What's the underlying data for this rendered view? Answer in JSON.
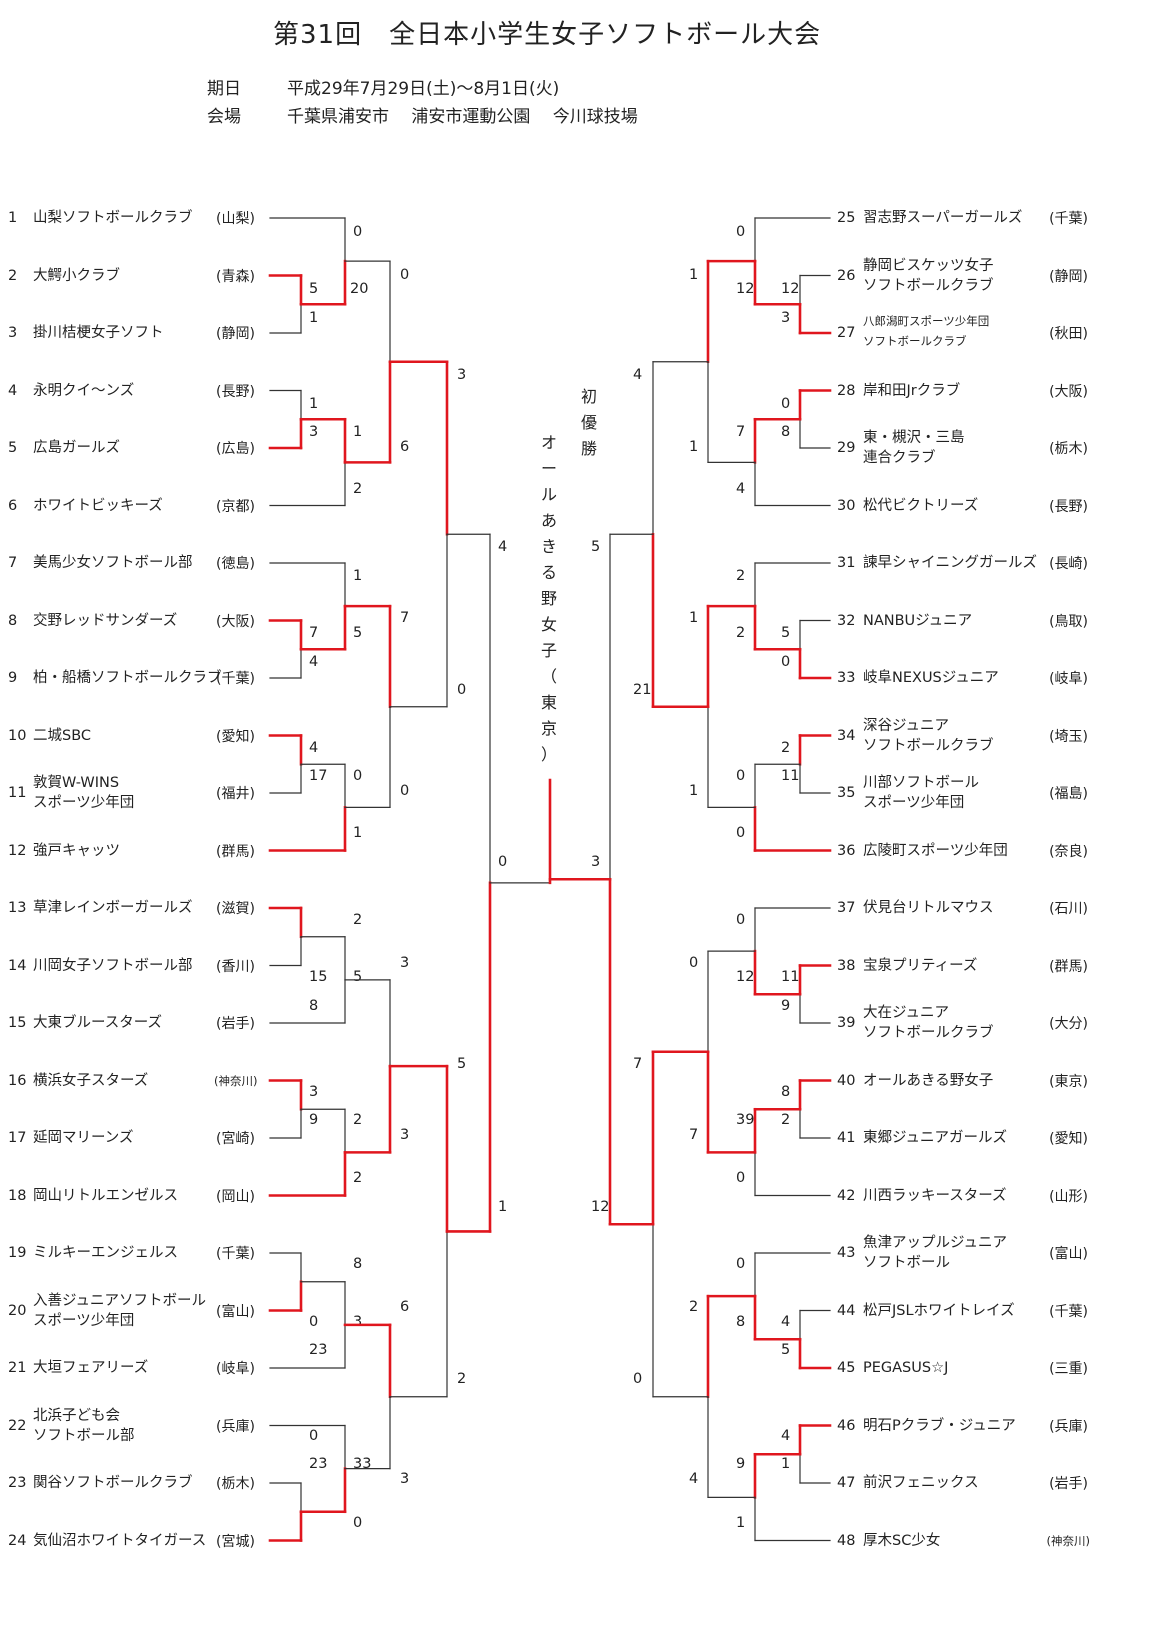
{
  "title": "第31回　全日本小学生女子ソフトボール大会",
  "info": {
    "date_label": "期日",
    "date_value": "平成29年7月29日(土)～8月1日(火)",
    "venue_label": "会場",
    "venue_value": "千葉県浦安市　 浦安市運動公園　 今川球技場"
  },
  "champion": {
    "label": "初優勝",
    "name": "オールあきる野女子（東京）"
  },
  "colors": {
    "winner_line": "#e0161e",
    "line": "#333333"
  },
  "left_teams": [
    {
      "no": "1",
      "name": "山梨ソフトボールクラブ",
      "pref": "(山梨)"
    },
    {
      "no": "2",
      "name": "大鰐小クラブ",
      "pref": "(青森)"
    },
    {
      "no": "3",
      "name": "掛川桔梗女子ソフト",
      "pref": "(静岡)"
    },
    {
      "no": "4",
      "name": "永明クイ～ンズ",
      "pref": "(長野)"
    },
    {
      "no": "5",
      "name": "広島ガールズ",
      "pref": "(広島)"
    },
    {
      "no": "6",
      "name": "ホワイトビッキーズ",
      "pref": "(京都)"
    },
    {
      "no": "7",
      "name": "美馬少女ソフトボール部",
      "pref": "(徳島)"
    },
    {
      "no": "8",
      "name": "交野レッドサンダーズ",
      "pref": "(大阪)"
    },
    {
      "no": "9",
      "name": "柏・船橋ソフトボールクラブ",
      "pref": "(千葉)"
    },
    {
      "no": "10",
      "name": "二城SBC",
      "pref": "(愛知)"
    },
    {
      "no": "11",
      "name": "敦賀W-WINS",
      "name2": "スポーツ少年団",
      "pref": "(福井)"
    },
    {
      "no": "12",
      "name": "強戸キャッツ",
      "pref": "(群馬)"
    },
    {
      "no": "13",
      "name": "草津レインボーガールズ",
      "pref": "(滋賀)"
    },
    {
      "no": "14",
      "name": "川岡女子ソフトボール部",
      "pref": "(香川)"
    },
    {
      "no": "15",
      "name": "大東ブルースターズ",
      "pref": "(岩手)"
    },
    {
      "no": "16",
      "name": "横浜女子スターズ",
      "pref": "(神奈川)",
      "small": true
    },
    {
      "no": "17",
      "name": "延岡マリーンズ",
      "pref": "(宮崎)"
    },
    {
      "no": "18",
      "name": "岡山リトルエンゼルス",
      "pref": "(岡山)"
    },
    {
      "no": "19",
      "name": "ミルキーエンジェルス",
      "pref": "(千葉)"
    },
    {
      "no": "20",
      "name": "入善ジュニアソフトボール",
      "name2": "スポーツ少年団",
      "pref": "(富山)"
    },
    {
      "no": "21",
      "name": "大垣フェアリーズ",
      "pref": "(岐阜)"
    },
    {
      "no": "22",
      "name": "北浜子ども会",
      "name2": "ソフトボール部",
      "pref": "(兵庫)"
    },
    {
      "no": "23",
      "name": "関谷ソフトボールクラブ",
      "pref": "(栃木)"
    },
    {
      "no": "24",
      "name": "気仙沼ホワイトタイガース",
      "pref": "(宮城)"
    }
  ],
  "right_teams": [
    {
      "no": "25",
      "name": "習志野スーパーガールズ",
      "pref": "(千葉)"
    },
    {
      "no": "26",
      "name": "静岡ビスケッツ女子",
      "name2": "ソフトボールクラブ",
      "pref": "(静岡)"
    },
    {
      "no": "27",
      "name": "八郎潟町スポーツ少年団",
      "name2": "ソフトボールクラブ",
      "pref": "(秋田)",
      "tiny": true
    },
    {
      "no": "28",
      "name": "岸和田Jrクラブ",
      "pref": "(大阪)"
    },
    {
      "no": "29",
      "name": "東・槻沢・三島",
      "name2": "連合クラブ",
      "pref": "(栃木)"
    },
    {
      "no": "30",
      "name": "松代ビクトリーズ",
      "pref": "(長野)"
    },
    {
      "no": "31",
      "name": "諫早シャイニングガールズ",
      "pref": "(長崎)"
    },
    {
      "no": "32",
      "name": "NANBUジュニア",
      "pref": "(鳥取)"
    },
    {
      "no": "33",
      "name": "岐阜NEXUSジュニア",
      "pref": "(岐阜)"
    },
    {
      "no": "34",
      "name": "深谷ジュニア",
      "name2": "ソフトボールクラブ",
      "pref": "(埼玉)"
    },
    {
      "no": "35",
      "name": "川部ソフトボール",
      "name2": "スポーツ少年団",
      "pref": "(福島)"
    },
    {
      "no": "36",
      "name": "広陵町スポーツ少年団",
      "pref": "(奈良)"
    },
    {
      "no": "37",
      "name": "伏見台リトルマウス",
      "pref": "(石川)"
    },
    {
      "no": "38",
      "name": "宝泉プリティーズ",
      "pref": "(群馬)"
    },
    {
      "no": "39",
      "name": "大在ジュニア",
      "name2": "ソフトボールクラブ",
      "pref": "(大分)"
    },
    {
      "no": "40",
      "name": "オールあきる野女子",
      "pref": "(東京)"
    },
    {
      "no": "41",
      "name": "東郷ジュニアガールズ",
      "pref": "(愛知)"
    },
    {
      "no": "42",
      "name": "川西ラッキースターズ",
      "pref": "(山形)"
    },
    {
      "no": "43",
      "name": "魚津アップルジュニア",
      "name2": "ソフトボール",
      "pref": "(富山)"
    },
    {
      "no": "44",
      "name": "松戸JSLホワイトレイズ",
      "pref": "(千葉)"
    },
    {
      "no": "45",
      "name": "PEGASUS☆J",
      "pref": "(三重)"
    },
    {
      "no": "46",
      "name": "明石Pクラブ・ジュニア",
      "pref": "(兵庫)"
    },
    {
      "no": "47",
      "name": "前沢フェニックス",
      "pref": "(岩手)"
    },
    {
      "no": "48",
      "name": "厚木SC少女",
      "pref": "(神奈川)",
      "small": true
    }
  ],
  "scores": [
    "0",
    "5",
    "20",
    "1",
    "0",
    "1",
    "3",
    "1",
    "6",
    "2",
    "3",
    "1",
    "7",
    "5",
    "7",
    "4",
    "0",
    "4",
    "17",
    "0",
    "0",
    "1",
    "2",
    "15",
    "5",
    "3",
    "8",
    "3",
    "9",
    "2",
    "3",
    "2",
    "5",
    "4",
    "8",
    "6",
    "0",
    "3",
    "23",
    "2",
    "0",
    "23",
    "33",
    "3",
    "0",
    "1",
    "0",
    "0",
    "1",
    "12",
    "12",
    "3",
    "4",
    "0",
    "7",
    "8",
    "1",
    "4",
    "5",
    "2",
    "1",
    "2",
    "5",
    "0",
    "21",
    "2",
    "11",
    "0",
    "1",
    "0",
    "3",
    "0",
    "0",
    "12",
    "11",
    "9",
    "7",
    "8",
    "39",
    "2",
    "7",
    "0",
    "12",
    "0",
    "2",
    "8",
    "4",
    "5",
    "0",
    "4",
    "9",
    "1",
    "4",
    "1"
  ]
}
